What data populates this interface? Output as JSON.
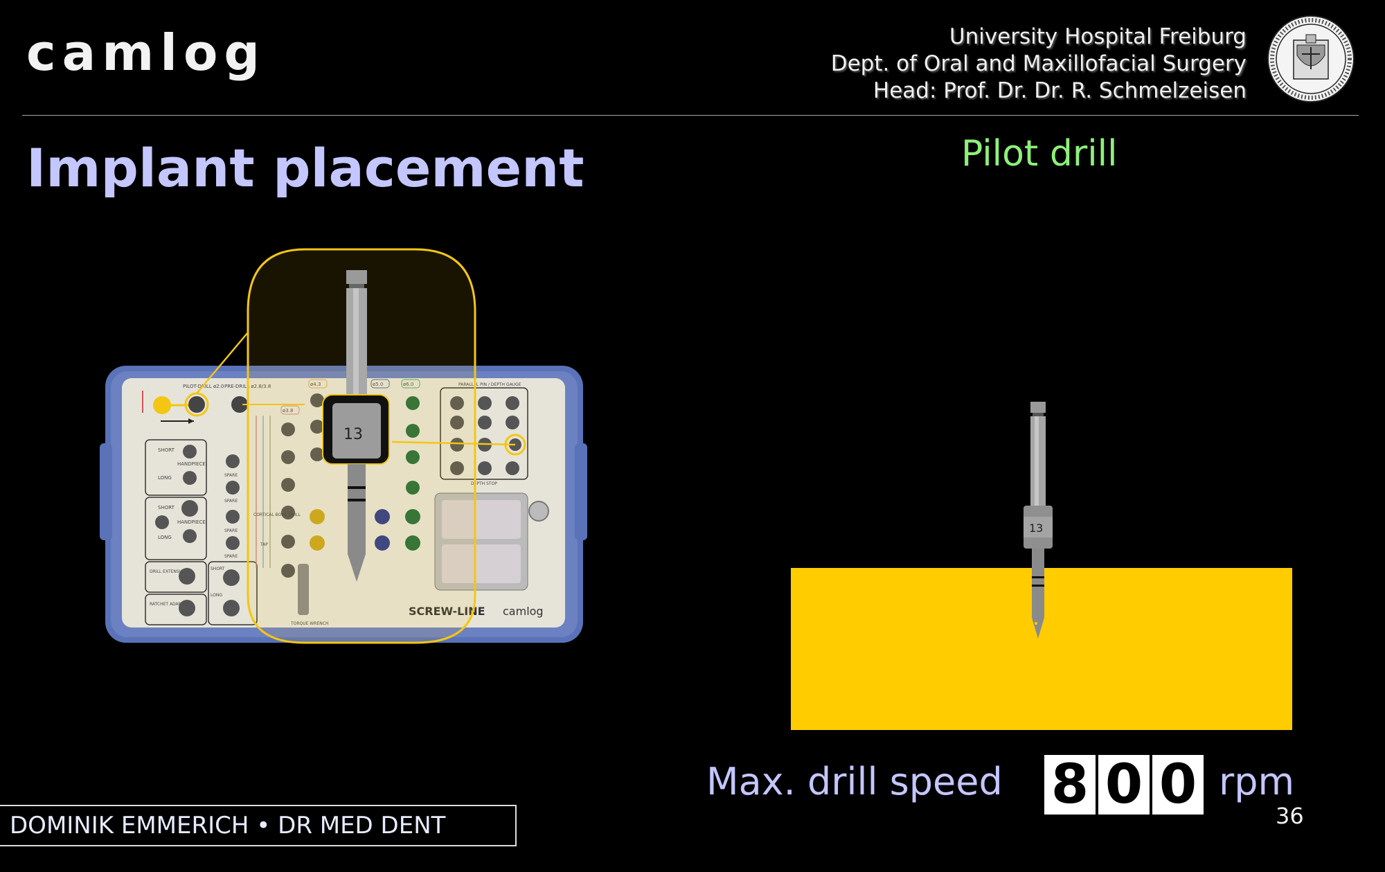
{
  "brand": {
    "logo_text": "camlog"
  },
  "header": {
    "line1": "University Hospital Freiburg",
    "line2": "Dept. of Oral and Maxillofacial Surgery",
    "line3": "Head: Prof. Dr. Dr. R. Schmelzeisen"
  },
  "slide": {
    "title": "Implant placement",
    "step_label": "Pilot drill",
    "speed_label": "Max. drill speed",
    "speed_digits": [
      "8",
      "0",
      "0"
    ],
    "speed_unit": "rpm",
    "page_number": "36"
  },
  "kit": {
    "brand_line": "SCREW-LINE",
    "brand_logo": "camlog",
    "drill_marking": "13",
    "labels": {
      "pilot_drill": "PILOT-DRILL ø2.0",
      "pre_drill": "PRE-DRILL ø2.8/3.8",
      "short": "SHORT",
      "long": "LONG",
      "handpiece": "HANDPIECE",
      "spare": "SPARE",
      "cortical_bone_drill": "CORTICAL BONE DRILL",
      "tap": "TAP",
      "drill_extension": "DRILL EXTENSION",
      "ratchet_adapter": "RATCHET ADAPTER",
      "torque_wrench": "TORQUE WRENCH",
      "depth_stop": "DEPTH STOP",
      "parallel_pin": "PARALLEL PIN / DEPTH GAUGE",
      "d38": "ø3.8",
      "d43": "ø4.3",
      "d50": "ø5.0",
      "d60": "ø6.0"
    }
  },
  "scene": {
    "drill_marking": "13"
  },
  "footer": {
    "presenter": "DOMINIK EMMERICH  •  DR MED DENT"
  },
  "colors": {
    "background": "#000000",
    "title": "#c4c6ff",
    "step_label": "#8ef07a",
    "highlight": "#f3c614",
    "bone_block": "#ffcc00",
    "tray_frame": "#5a72b8",
    "tray_insert": "#e6e4d8"
  }
}
